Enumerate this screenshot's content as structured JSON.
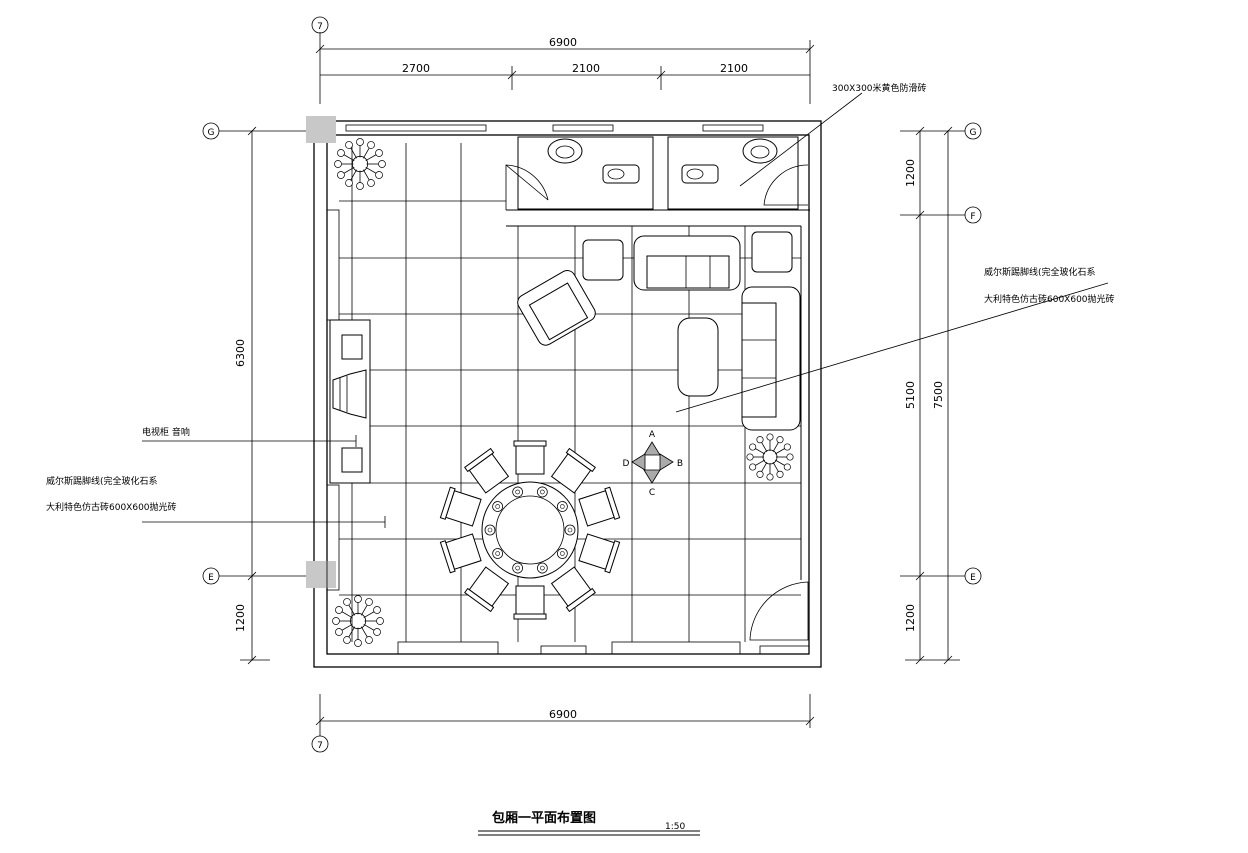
{
  "drawing": {
    "title": "包厢一平面布置图",
    "scale": "1:50"
  },
  "dimensions": {
    "top_total": "6900",
    "top_segments": [
      "2700",
      "2100",
      "2100"
    ],
    "bottom_total": "6900",
    "left": [
      "6300",
      "1200"
    ],
    "right_inner": [
      "1200",
      "5100",
      "1200"
    ],
    "right_outer": "7500"
  },
  "grid_axes": {
    "top": "7",
    "bottom": "7",
    "left": [
      "G",
      "E"
    ],
    "right": [
      "G",
      "F",
      "E"
    ]
  },
  "annotations": {
    "bathroom_floor": "300X300米黄色防滑砖",
    "baseboard_right": "威尔斯踢脚线(完全玻化石系",
    "floor_tile_right": "大利特色仿古砖600X600抛光砖",
    "tv_cabinet": "电视柜 音响",
    "baseboard_left": "威尔斯踢脚线(完全玻化石系",
    "floor_tile_left": "大利特色仿古砖600X600抛光砖"
  },
  "compass": {
    "A": "A",
    "B": "B",
    "C": "C",
    "D": "D"
  }
}
